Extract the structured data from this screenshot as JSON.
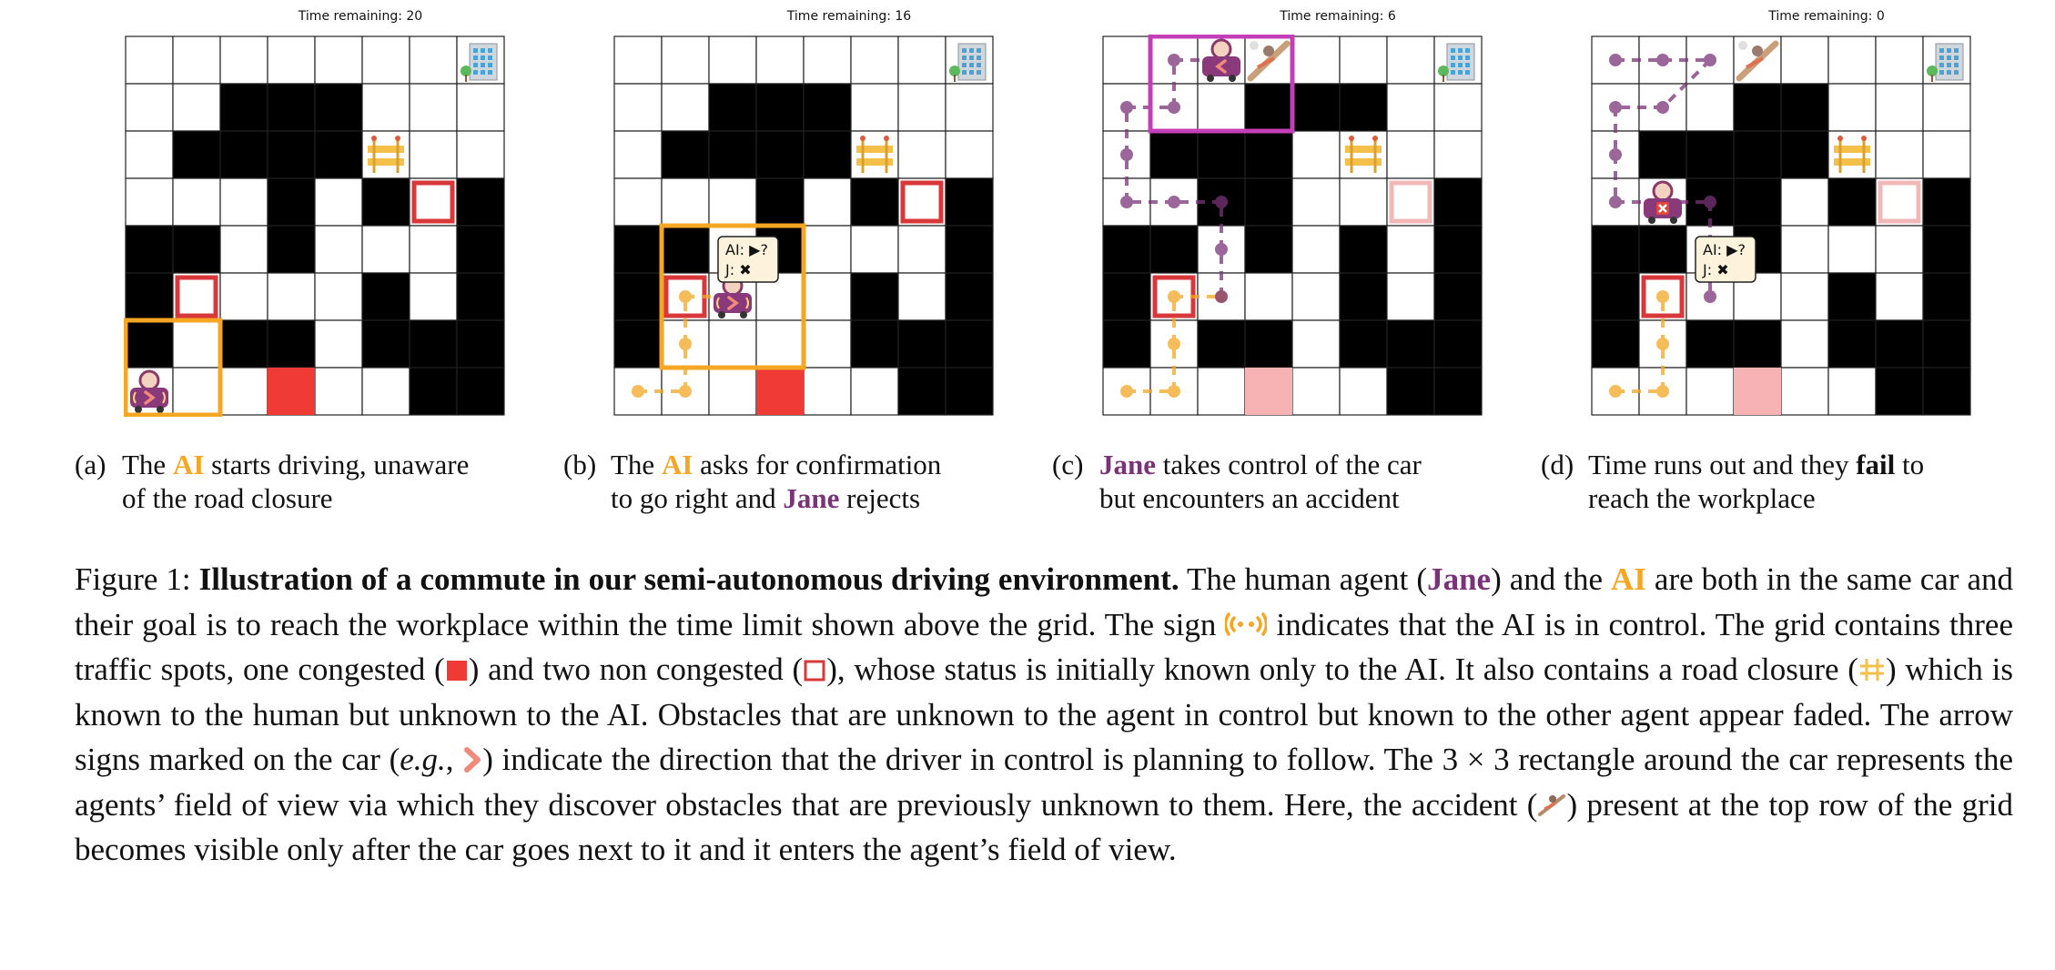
{
  "panels": [
    {
      "title": "Time remaining: 20",
      "label": "(a)",
      "caption_parts": [
        "The ",
        "AI",
        " starts driving, unaware",
        "of the road closure"
      ]
    },
    {
      "title": "Time remaining: 16",
      "label": "(b)",
      "caption_parts": [
        "The ",
        "AI",
        " asks for confirmation",
        "to go right and ",
        "Jane",
        " rejects"
      ]
    },
    {
      "title": "Time remaining: 6",
      "label": "(c)",
      "caption_parts": [
        "Jane",
        " takes control of the car",
        "but encounters an accident"
      ]
    },
    {
      "title": "Time remaining: 0",
      "label": "(d)",
      "caption_parts": [
        "Time runs out and they ",
        "fail",
        " to",
        "reach the workplace"
      ]
    }
  ],
  "tooltip": {
    "line1": "AI: ▶?",
    "line2": "J:  ✖"
  },
  "figure_caption": {
    "label": "Figure 1:",
    "title": "Illustration of a commute in our semi-autonomous driving environment.",
    "s1": " The human agent (",
    "jane": "Jane",
    "s2": ") and the ",
    "ai": "AI",
    "s3": " are both in the same car and their goal is to reach the workplace within the time limit shown above the grid. The sign ",
    "s4": " indicates that the AI is in control. The grid contains three traffic spots, one congested (",
    "s5": ") and two non congested (",
    "s6": "), whose status is initially known only to the AI. It also contains a road closure (",
    "s7": ") which is known to the human but unknown to the AI. Obstacles that are unknown to the agent in control but known to the other agent appear faded. The arrow signs marked on the car (",
    "eg": "e.g.",
    "s8": ", ",
    "s9": ") indicate the direction that the driver in control is planning to follow. The 3 × 3 rectangle around the car represents the agents’ field of view via which they discover obstacles that are previously unknown to them. Here, the accident (",
    "s10": ") present at the top row of the grid becomes visible only after the car goes next to it and it enters the agent’s field of view."
  },
  "colors": {
    "ai": "#f5a623",
    "jane": "#7a3378",
    "congested": "#f03a35",
    "traffic_border": "#d9383a",
    "wall": "#000000"
  },
  "icons": [
    "workplace-building-icon",
    "road-closure-icon",
    "car-icon",
    "accident-icon",
    "ai-signal-icon",
    "direction-arrow-icon",
    "tooltip-icon"
  ]
}
